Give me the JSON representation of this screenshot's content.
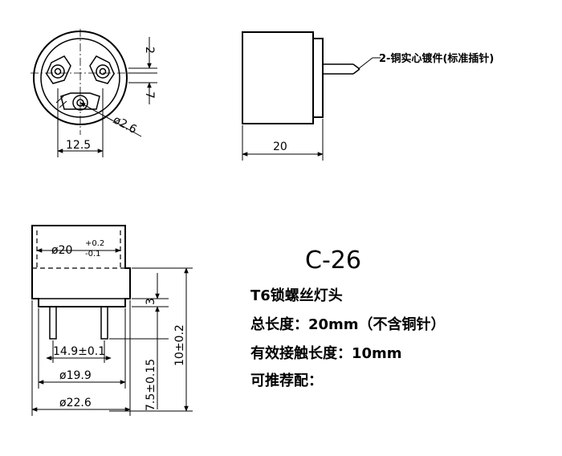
{
  "front_view": {
    "dim_pin_offset": "2",
    "dim_pin_gap": "7",
    "dim_hole_diameter": "ø2.6",
    "dim_pin_spacing": "12.5"
  },
  "side_view": {
    "callout": "2-铜实心镀件(标准插针)",
    "dim_body_length": "20"
  },
  "section_view": {
    "dim_inner_diameter_base": "ø20",
    "dim_inner_tol_upper": "+0.2",
    "dim_inner_tol_lower": "-0.1",
    "dim_pin_spacing": "14.9±0.1",
    "dim_mid_diameter": "ø19.9",
    "dim_outer_diameter": "ø22.6",
    "dim_flange": "3",
    "dim_pin_length": "7.5±0.15",
    "dim_total_pin": "10±0.2"
  },
  "specs": {
    "model": "C-26",
    "line1": "T6锁螺丝灯头",
    "line2": "总长度：20mm（不含铜针）",
    "line3": "有效接触长度：10mm",
    "line4": "可推荐配："
  }
}
